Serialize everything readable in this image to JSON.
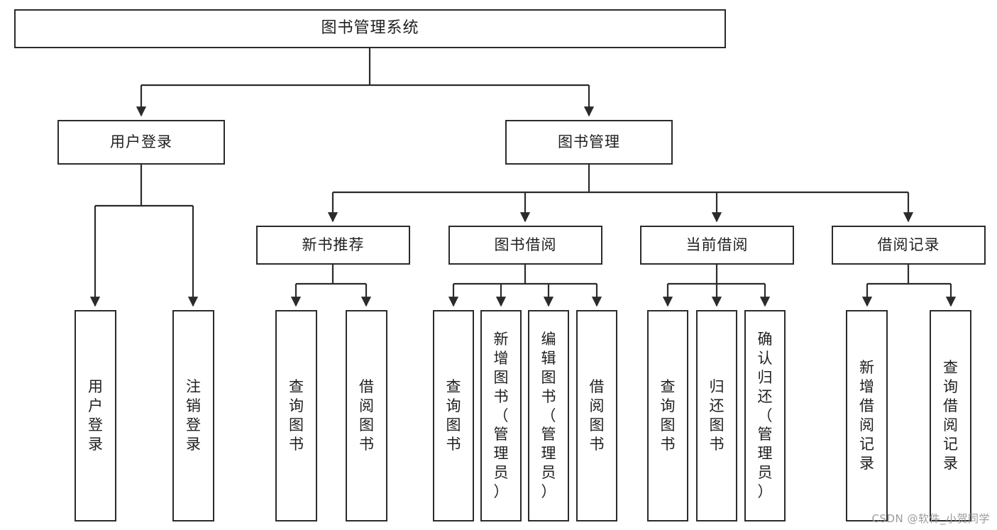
{
  "diagram": {
    "title": "图书管理系统",
    "type": "tree-hierarchy",
    "watermark": "CSDN @软件_小贺同学",
    "colors": {
      "background": "#ffffff",
      "node_border": "#2b2b2b",
      "node_fill": "#ffffff",
      "edge": "#2b2b2b",
      "text": "#1f1f1f",
      "watermark": "#9b9b9b"
    },
    "levels": {
      "root": [
        "图书管理系统"
      ],
      "level2": [
        "用户登录",
        "图书管理"
      ],
      "level3": [
        "新书推荐",
        "图书借阅",
        "当前借阅",
        "借阅记录"
      ],
      "leaves": [
        "用户登录",
        "注销登录",
        "查询图书",
        "借阅图书",
        "查询图书",
        "新增图书（管理员）",
        "编辑图书（管理员）",
        "借阅图书",
        "查询图书",
        "归还图书",
        "确认归还（管理员）",
        "新增借阅记录",
        "查询借阅记录"
      ]
    },
    "nodes": {
      "root": {
        "label": "图书管理系统"
      },
      "user_login": {
        "label": "用户登录"
      },
      "book_manage": {
        "label": "图书管理"
      },
      "new_book_rec": {
        "label": "新书推荐"
      },
      "book_borrow": {
        "label": "图书借阅"
      },
      "current_borrow": {
        "label": "当前借阅"
      },
      "borrow_record": {
        "label": "借阅记录"
      },
      "leaf_user_login": {
        "label": "用户登录"
      },
      "leaf_user_logout": {
        "label": "注销登录"
      },
      "leaf_nbr_query": {
        "label": "查询图书"
      },
      "leaf_nbr_borrow": {
        "label": "借阅图书"
      },
      "leaf_bb_query": {
        "label": "查询图书"
      },
      "leaf_bb_add": {
        "label": "新增图书（管理员）"
      },
      "leaf_bb_edit": {
        "label": "编辑图书（管理员）"
      },
      "leaf_bb_borrow": {
        "label": "借阅图书"
      },
      "leaf_cb_query": {
        "label": "查询图书"
      },
      "leaf_cb_return": {
        "label": "归还图书"
      },
      "leaf_cb_confirm": {
        "label": "确认归还（管理员）"
      },
      "leaf_br_add": {
        "label": "新增借阅记录"
      },
      "leaf_br_query": {
        "label": "查询借阅记录"
      }
    }
  }
}
